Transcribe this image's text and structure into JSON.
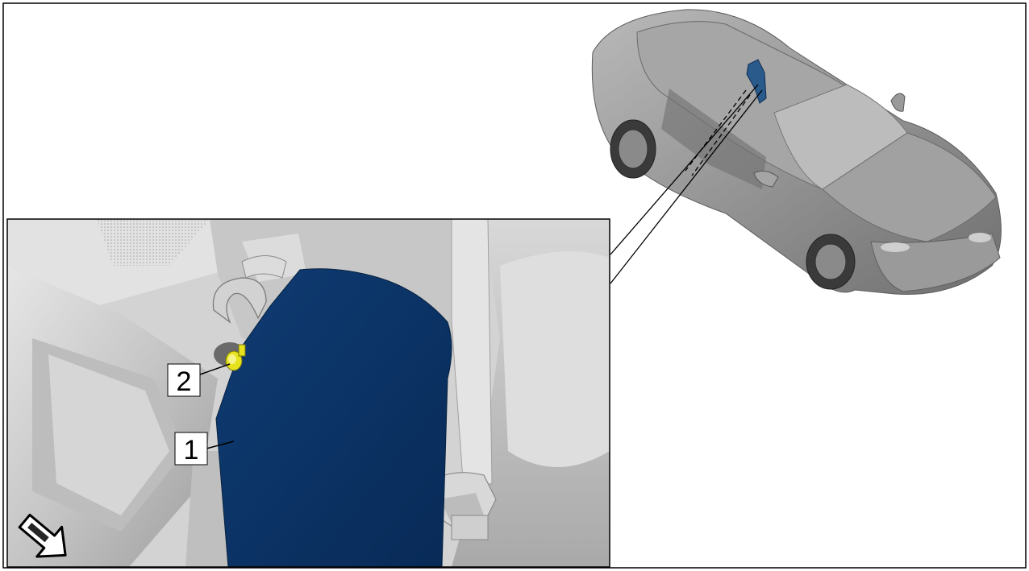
{
  "figure": {
    "callouts": [
      {
        "id": "1",
        "label": "1"
      },
      {
        "id": "2",
        "label": "2"
      }
    ],
    "colors": {
      "part_highlight": "#0a3263",
      "fastener_highlight": "#e6e21e",
      "interior_trim": "#c9c9c9",
      "car_body": "#8e8e8e"
    },
    "icons": [
      "driving-direction-arrow-icon"
    ]
  }
}
